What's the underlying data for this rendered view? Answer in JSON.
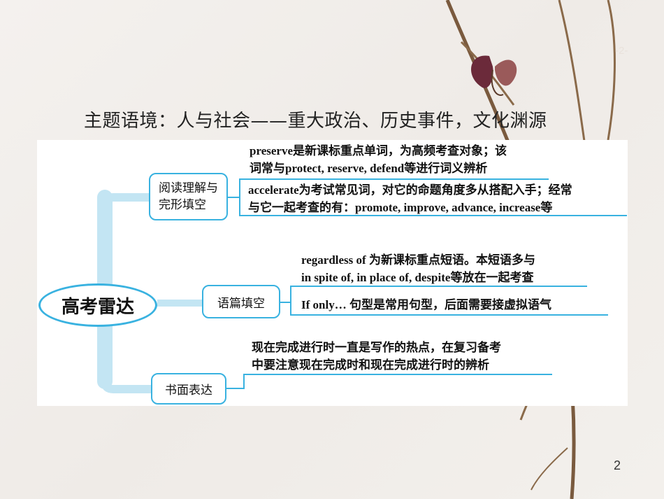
{
  "slide": {
    "corner_number": "-2-",
    "title": "主题语境：人与社会——重大政治、历史事件，文化渊源",
    "page_number": "2"
  },
  "mindmap": {
    "center": "高考雷达",
    "branches": [
      {
        "label": "阅读理解与\n完形填空",
        "notes": [
          [
            "preserve是新课标重点单词，为高频考查对象；该",
            "词常与protect, reserve, defend等进行词义辨析"
          ],
          [
            "accelerate为考试常见词，对它的命题角度多从搭配入手；经常",
            "与它一起考查的有：promote, improve, advance, increase等"
          ]
        ]
      },
      {
        "label": "语篇填空",
        "notes": [
          [
            "regardless of 为新课标重点短语。本短语多与",
            "in spite of, in place of, despite等放在一起考查"
          ],
          [
            "If only… 句型是常用句型，后面需要接虚拟语气"
          ]
        ]
      },
      {
        "label": "书面表达",
        "notes": [
          [
            "现在完成进行时一直是写作的热点，在复习备考",
            "中要注意现在完成时和现在完成进行时的辨析"
          ]
        ]
      }
    ]
  },
  "colors": {
    "accent": "#39b2e0",
    "trunk": "#c3e5f3"
  }
}
